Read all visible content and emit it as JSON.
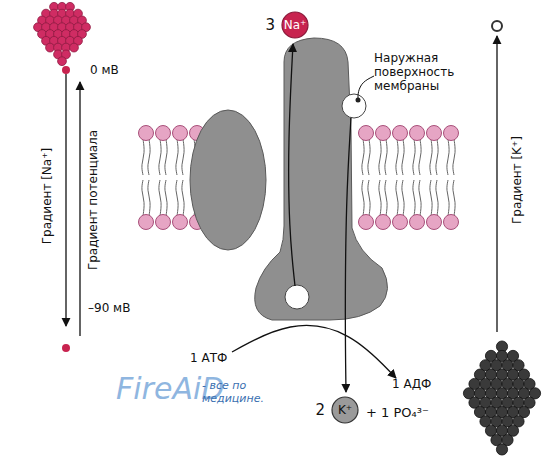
{
  "diagram": {
    "nodes": [
      {
        "text": [
          "3",
          "Na⁺"
        ]
      },
      {
        "text": [
          "2",
          "K⁺"
        ]
      }
    ],
    "labels": [
      "0 мВ",
      "–90 мВ",
      "Градиент [Na⁺]",
      "Градиент потенциала",
      "Наружная поверхность мембраны",
      "Градиент [K⁺]",
      "1 АТФ",
      "1 АДФ",
      "+ 1 PO₄³⁻",
      "FireAiD",
      "- все по медицине."
    ]
  }
}
